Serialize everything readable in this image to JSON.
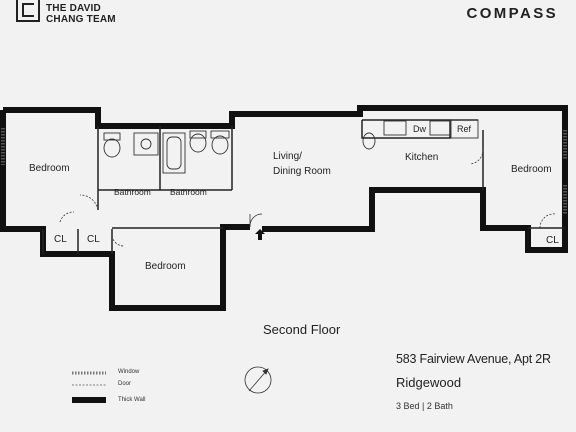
{
  "header": {
    "team_name_line1": "THE DAVID",
    "team_name_line2": "CHANG TEAM",
    "brand": "COMPASS"
  },
  "rooms": {
    "bedroom_left": "Bedroom",
    "bathroom_1": "Bathroom",
    "bathroom_2": "Bathroom",
    "living_line1": "Living/",
    "living_line2": "Dining Room",
    "kitchen": "Kitchen",
    "bedroom_right": "Bedroom",
    "bedroom_bottom": "Bedroom",
    "closet_1": "CL",
    "closet_2": "CL",
    "closet_3": "CL"
  },
  "fixtures": {
    "dishwasher": "Dw",
    "refrigerator": "Ref"
  },
  "floor_title": "Second Floor",
  "legend": {
    "window": "Window",
    "door": "Door",
    "thick_wall": "Thick Wall"
  },
  "listing": {
    "address": "583 Fairview Avenue, Apt 2R",
    "neighborhood": "Ridgewood",
    "specs": "3 Bed | 2 Bath"
  },
  "colors": {
    "wall": "#111111",
    "background": "#f2f2f2"
  }
}
